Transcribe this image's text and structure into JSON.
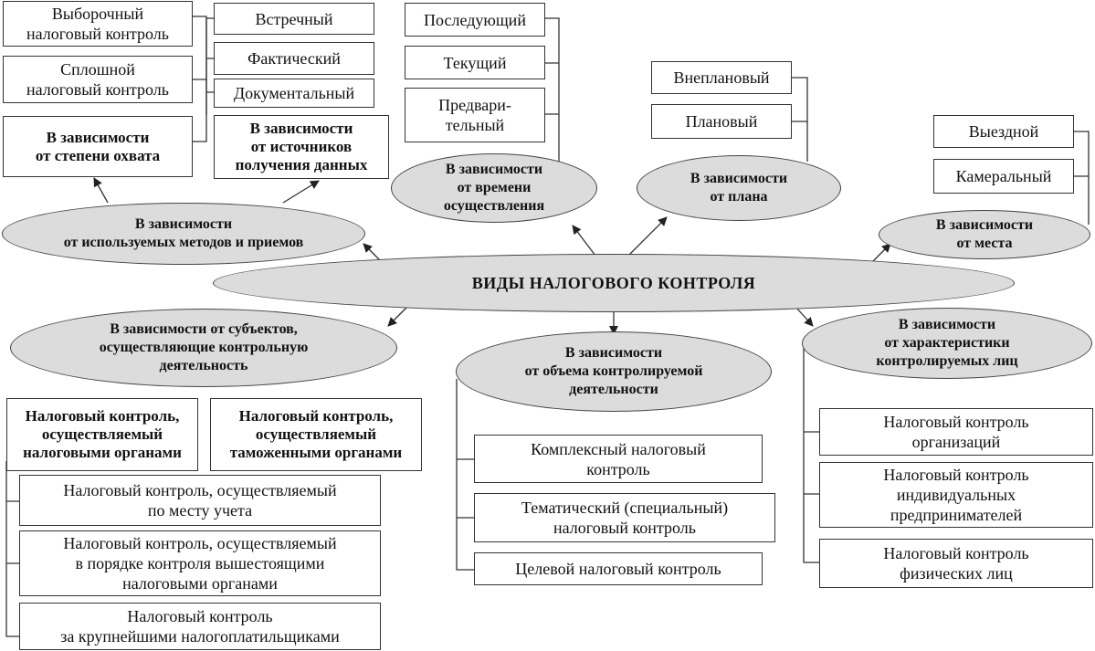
{
  "center": {
    "title": "ВИДЫ НАЛОГОВОГО КОНТРОЛЯ"
  },
  "methods": {
    "label": "В зависимости\nот используемых методов и приемов",
    "coverage": {
      "label": "В зависимости\nот степени охвата",
      "items": [
        "Выборочный\nналоговый контроль",
        "Сплошной\nналоговый контроль"
      ]
    },
    "sources": {
      "label": "В зависимости\nот  источников\nполучения данных",
      "items": [
        "Встречный",
        "Фактический",
        "Документальный"
      ]
    }
  },
  "time": {
    "label": "В зависимости\nот времени\nосуществления",
    "items": [
      "Последующий",
      "Текущий",
      "Предвари-\nтельный"
    ]
  },
  "plan": {
    "label": "В зависимости\nот плана",
    "items": [
      "Внеплановый",
      "Плановый"
    ]
  },
  "place": {
    "label": "В зависимости\nот места",
    "items": [
      "Выездной",
      "Камеральный"
    ]
  },
  "subjects": {
    "label": "В зависимости от субъектов,\nосуществляющие контрольную\nдеятельность",
    "tax_organs": "Налоговый контроль,\nосуществляемый\nналоговыми органами",
    "customs_organs": "Налоговый контроль,\nосуществляемый\nтаможенными органами",
    "items": [
      "Налоговый контроль, осуществляемый\nпо месту учета",
      "Налоговый контроль, осуществляемый\nв порядке контроля вышестоящими\nналоговыми органами",
      "Налоговый контроль\nза крупнейшими налогоплатильщиками"
    ]
  },
  "volume": {
    "label": "В зависимости\nот объема контролируемой\nдеятельности",
    "items": [
      "Комплексный налоговый\nконтроль",
      "Тематический  (специальный)\nналоговый контроль",
      "Целевой налоговый контроль"
    ]
  },
  "persons": {
    "label": "В зависимости\nот характеристики\nконтролируемых  лиц",
    "items": [
      "Налоговый контроль\nорганизаций",
      "Налоговый контроль\nиндивидуальных\nпредпринимателей",
      "Налоговый контроль\nфизических лиц"
    ]
  }
}
